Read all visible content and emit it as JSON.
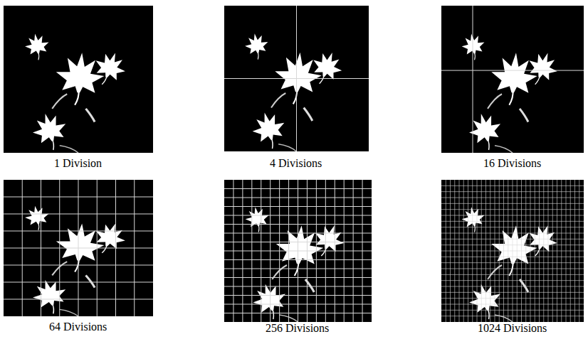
{
  "diagram": {
    "labels": [
      "1 Division",
      "4 Divisions",
      "16 Divisions",
      "64 Divisions",
      "256 Divisions",
      "1024 Divisions"
    ]
  }
}
